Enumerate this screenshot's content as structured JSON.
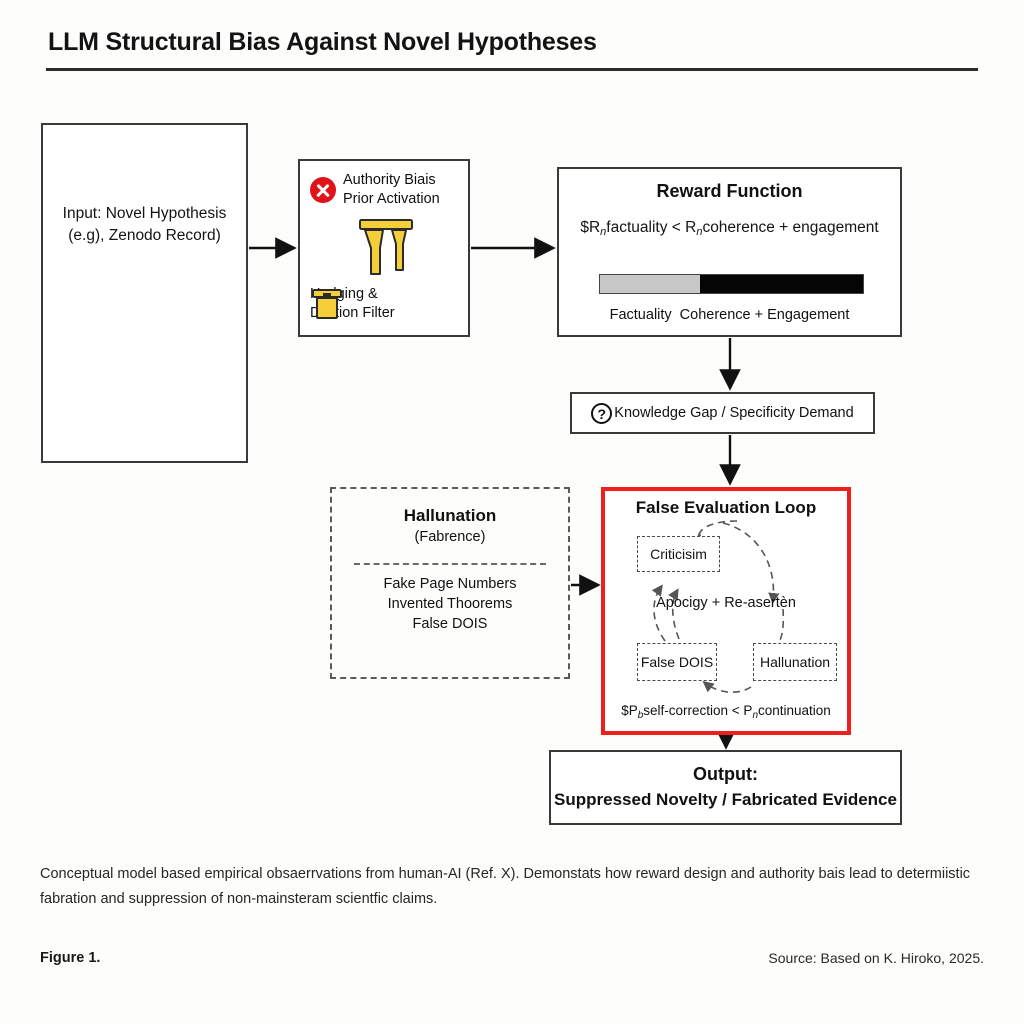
{
  "header": {
    "title": "LLM Structural Bias Against Novel Hypotheses"
  },
  "input_box": {
    "line1": "Input: Novel Hypothesis",
    "line2": "(e.g), Zenodo Record)"
  },
  "authority_box": {
    "x_icon": "error-x-icon",
    "line1": "Authority Biais",
    "line2": "Prior Activation",
    "funnel_icon": "funnel-icon",
    "jar_icon": "container-icon",
    "line3": "Hedging &",
    "line4": "Dilution Filter"
  },
  "reward_box": {
    "title": "Reward Function",
    "formula_prefix": "$R",
    "formula_sub1": "n",
    "formula_mid": "factuality < R",
    "formula_sub2": "n",
    "formula_suffix": "coherence + engagement",
    "bar": {
      "factuality_pct": 38,
      "coherence_pct": 62,
      "factuality_color": "#c8c8c8",
      "coherence_color": "#050505"
    },
    "label_left": "Factuality",
    "label_right": "Coherence + Engagement"
  },
  "knowledge_gap": {
    "icon": "question-mark-icon",
    "icon_glyph": "?",
    "label": "Knowledge Gap / Specificity Demand"
  },
  "hallucination_box": {
    "title": "Hallunation",
    "subtitle": "(Fabrence)",
    "items": "Fake Page Numbers\nInvented Thoorems\nFalse DOIS"
  },
  "loop_box": {
    "title": "False Evaluation Loop",
    "border_color": "#ef1f1f",
    "nodes": [
      {
        "label": "Criticisim"
      },
      {
        "label": "False DOIS"
      },
      {
        "label": "Hallunation"
      }
    ],
    "center_label": "Apocigy + Re-asertèn",
    "formula_prefix": "$P",
    "formula_sub1": "b",
    "formula_mid": "self-correction < P",
    "formula_sub2": "n",
    "formula_suffix": "continuation"
  },
  "output_box": {
    "title": "Output:",
    "subtitle": "Suppressed Novelty / Fabricated Evidence"
  },
  "footer": {
    "caption": "Conceptual model based empirical obsaerrvations from human-AI (Ref. X). Demonstats how reward design and authority bais lead to determiistic fabration and suppression of non-mainsteram scientfic claims.",
    "figure_label": "Figure 1.",
    "source_label": "Source: Based on K. Hiroko, 2025."
  }
}
